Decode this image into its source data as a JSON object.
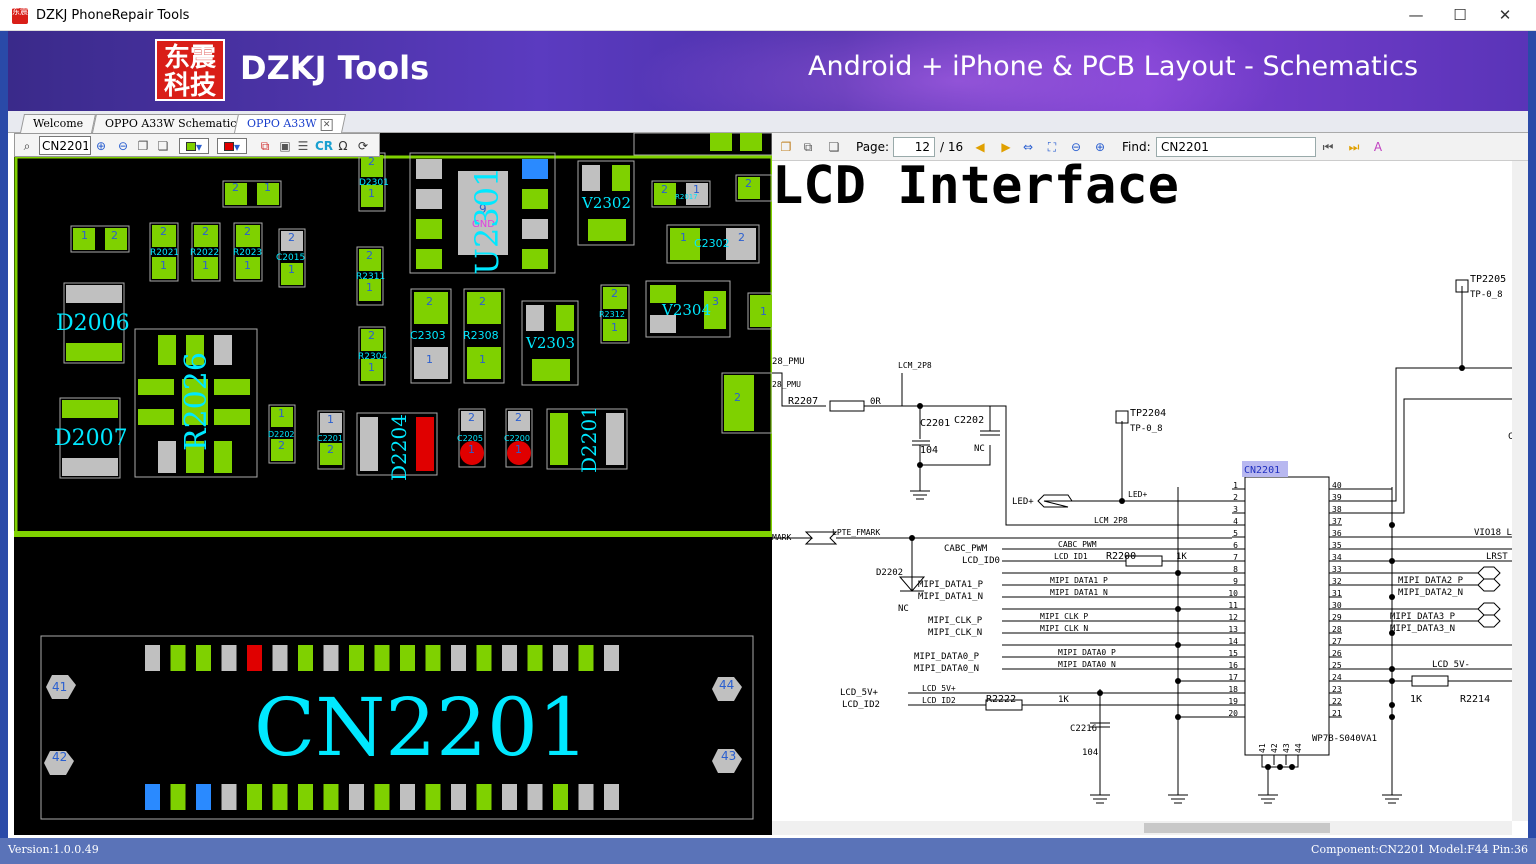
{
  "app": {
    "title": "DZKJ PhoneRepair Tools",
    "icon_text": "东震"
  },
  "window_controls": {
    "minimize": "—",
    "maximize": "☐",
    "close": "✕"
  },
  "banner": {
    "logo_text": "东震科技",
    "brand": "DZKJ Tools",
    "tagline": "Android + iPhone & PCB Layout - Schematics"
  },
  "tabs": [
    {
      "label": "Welcome"
    },
    {
      "label": "OPPO A33W Schematic"
    },
    {
      "label": "OPPO A33W",
      "active": true
    }
  ],
  "pcb": {
    "search_value": "CN2201",
    "toolbar_text_cr": "CR",
    "toolbar_text_omega": "Ω",
    "labels": {
      "d2006": "D2006",
      "d2007": "D2007",
      "r2026": "R2026",
      "d2204": "D2204",
      "d2201": "D2201",
      "u2301": "U2301",
      "u2301_pin": "9",
      "u2301_gnd": "GND",
      "v2302": "V2302",
      "v2303": "V2303",
      "v2304": "V2304",
      "c2303": "C2303",
      "r2308": "R2308",
      "c2302": "C2302",
      "r2311": "R2311",
      "r2304": "R2304",
      "r2312": "R2312",
      "d2301": "D2301",
      "c2015": "C2015",
      "r2021": "R2021",
      "r2022": "R2022",
      "r2023": "R2023",
      "c2201": "C2201",
      "c2205": "C2205",
      "c2200": "C2200",
      "d2202": "D2202",
      "r2017": "R2017",
      "p1": "1",
      "p2": "2",
      "p3": "3"
    },
    "connector": {
      "name": "CN2201",
      "pin_41": "41",
      "pin_42": "42",
      "pin_43": "43",
      "pin_44": "44"
    }
  },
  "schematic": {
    "page_label": "Page:",
    "page_current": "12",
    "page_total": "/ 16",
    "find_label": "Find:",
    "find_value": "CN2201",
    "title": "LCD Interface",
    "component": "CN2201",
    "part_number": "WP7B-S040VA1",
    "left_nets": {
      "pmu": "28_PMU",
      "pmu2": "28_PMU",
      "r2207": "R2207",
      "r0": "0R",
      "lcm_2p8": "LCM_2P8",
      "c2201": "C2201",
      "c2202": "C2202",
      "c104": "104",
      "nc": "NC",
      "tp2204": "TP2204",
      "tp0_8": "TP-0_8",
      "ledp": "LED+",
      "ledp2": "LED+",
      "lcm_2p8b": "LCM_2P8",
      "mark": "MARK",
      "lpte_fmark": "LPTE_FMARK",
      "cabc_pwm": "CABC_PWM",
      "cabc_pwm2": "CABC_PWM",
      "lcd_id0": "LCD_ID0",
      "lcd_id1": "LCD_ID1",
      "r2200": "R2200",
      "r1k": "1K",
      "d2202": "D2202",
      "nc2": "NC",
      "mipi_d1p": "MIPI_DATA1_P",
      "mipi_d1n": "MIPI_DATA1_N",
      "mipi_d1p2": "MIPI_DATA1_P",
      "mipi_d1n2": "MIPI_DATA1_N",
      "mipi_clkp": "MIPI_CLK_P",
      "mipi_clkn": "MIPI_CLK_N",
      "mipi_clkp2": "MIPI_CLK_P",
      "mipi_clkn2": "MIPI_CLK_N",
      "mipi_d0p": "MIPI_DATA0_P",
      "mipi_d0n": "MIPI_DATA0_N",
      "mipi_d0p2": "MIPI_DATA0_P",
      "mipi_d0n2": "MIPI_DATA0_N",
      "lcd5v": "LCD_5V+",
      "lcd5v2": "LCD_5V+",
      "lcd_id2": "LCD_ID2",
      "lcd_id2b": "LCD_ID2",
      "r2222": "R2222",
      "r1k2": "1K",
      "c2216": "C2216",
      "c104b": "104"
    },
    "right_nets": {
      "tp2205": "TP2205",
      "tp0_8": "TP-0_8",
      "vio18": "VIO18_L",
      "lrst": "LRST",
      "mipi_d2p": "MIPI_DATA2_P",
      "mipi_d2n": "MIPI_DATA2_N",
      "mipi_d3p": "MIPI_DATA3_P",
      "mipi_d3n": "MIPI_DATA3_N",
      "lcd5vm": "LCD_5V-",
      "r1k": "1K",
      "r2214": "R2214",
      "c": "C"
    },
    "pins_left": [
      "1",
      "2",
      "3",
      "4",
      "5",
      "6",
      "7",
      "8",
      "9",
      "10",
      "11",
      "12",
      "13",
      "14",
      "15",
      "16",
      "17",
      "18",
      "19",
      "20"
    ],
    "pins_right": [
      "40",
      "39",
      "38",
      "37",
      "36",
      "35",
      "34",
      "33",
      "32",
      "31",
      "30",
      "29",
      "28",
      "27",
      "26",
      "25",
      "24",
      "23",
      "22",
      "21"
    ],
    "pins_bottom": [
      "41",
      "42",
      "43",
      "44"
    ]
  },
  "status": {
    "version": "Version:1.0.0.49",
    "info": "Component:CN2201 Model:F44 Pin:36"
  },
  "colors": {
    "pcb_green": "#7fd100",
    "pad_gray": "#c0c0c0",
    "pad_red": "#e00000",
    "pad_blue": "#2a8aff",
    "label_cyan": "#00e8ff"
  }
}
